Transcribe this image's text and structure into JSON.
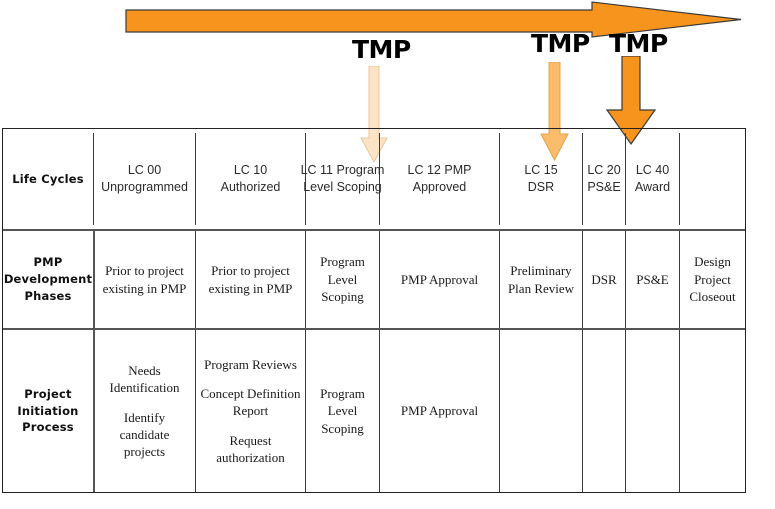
{
  "flow_arrow": {
    "name": "process-flow-arrow",
    "color": "#F7941E",
    "outline": "#3a3a3a",
    "direction": "right"
  },
  "tmp_markers": [
    {
      "label": "TMP",
      "color": "#FBE3C6",
      "outline": "#E8C79E",
      "target_column": "LC 11 Program Level Scoping"
    },
    {
      "label": "TMP",
      "color": "#FBBD6B",
      "outline": "#E0A04D",
      "target_column": "LC 15 DSR"
    },
    {
      "label": "TMP",
      "color": "#F7941E",
      "outline": "#3a3a3a",
      "target_column": "LC 20 PS&E"
    }
  ],
  "table": {
    "rows": [
      {
        "label": "Life Cycles",
        "cells": [
          {
            "line1": "LC 00",
            "line2": "Unprogrammed"
          },
          {
            "line1": "LC 10",
            "line2": "Authorized"
          },
          {
            "line1": "LC 11 Program",
            "line2": "Level Scoping"
          },
          {
            "line1": "LC 12 PMP",
            "line2": "Approved"
          },
          {
            "line1": "LC 15",
            "line2": "DSR"
          },
          {
            "line1": "LC 20",
            "line2": "PS&E"
          },
          {
            "line1": "LC 40",
            "line2": "Award"
          }
        ]
      },
      {
        "label": "PMP Development Phases",
        "cells": [
          {
            "text": "Prior to project existing in PMP"
          },
          {
            "text": "Prior to project existing in PMP"
          },
          {
            "text": "Program Level Scoping"
          },
          {
            "text": "PMP Approval"
          },
          {
            "text": "Preliminary Plan Review"
          },
          {
            "text": "DSR"
          },
          {
            "text": "PS&E"
          },
          {
            "text": "Design Project Closeout"
          }
        ]
      },
      {
        "label": "Project Initiation Process",
        "cells": [
          {
            "blocks": [
              "Needs Identification",
              "Identify candidate projects"
            ]
          },
          {
            "blocks": [
              "Program Reviews",
              "Concept Definition Report",
              "Request authorization"
            ]
          },
          {
            "blocks": [
              "Program Level Scoping"
            ]
          },
          {
            "blocks": [
              "PMP Approval"
            ]
          },
          {
            "blocks": []
          },
          {
            "blocks": []
          },
          {
            "blocks": []
          },
          {
            "blocks": []
          }
        ]
      }
    ]
  }
}
